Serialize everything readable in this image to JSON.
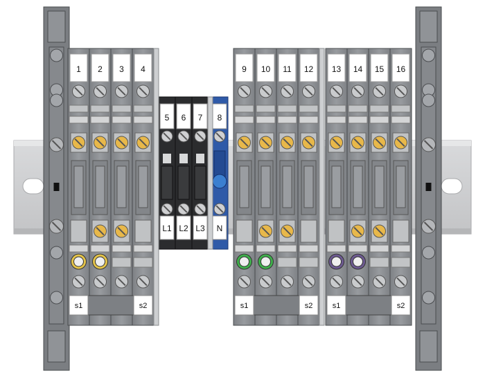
{
  "groups": [
    {
      "labels": [
        "1",
        "2",
        "3",
        "4"
      ],
      "bottom_left": "s1",
      "bottom_right": "s2",
      "ring_color": "#e3c34a"
    },
    {
      "labels": [
        "5",
        "6",
        "7"
      ],
      "bottom_labels": [
        "L1",
        "L2",
        "L3"
      ]
    },
    {
      "labels": [
        "8"
      ],
      "bottom_labels": [
        "N"
      ]
    },
    {
      "labels": [
        "9",
        "10",
        "11",
        "12"
      ],
      "bottom_left": "s1",
      "bottom_right": "s2",
      "ring_color": "#3fae4b"
    },
    {
      "labels": [
        "13",
        "14",
        "15",
        "16"
      ],
      "bottom_left": "s1",
      "bottom_right": "s2",
      "ring_color": "#6d5a91"
    }
  ],
  "colors": {
    "module_gray": "#8f9296",
    "module_dark": "#6e7175",
    "end_bracket": "#7b7e82",
    "rail": "#cfd0d2",
    "fuse_black": "#2b2c2e",
    "neutral_blue": "#2f5aa8",
    "brass": "#e8b84a",
    "screw": "#c9cbcd"
  }
}
